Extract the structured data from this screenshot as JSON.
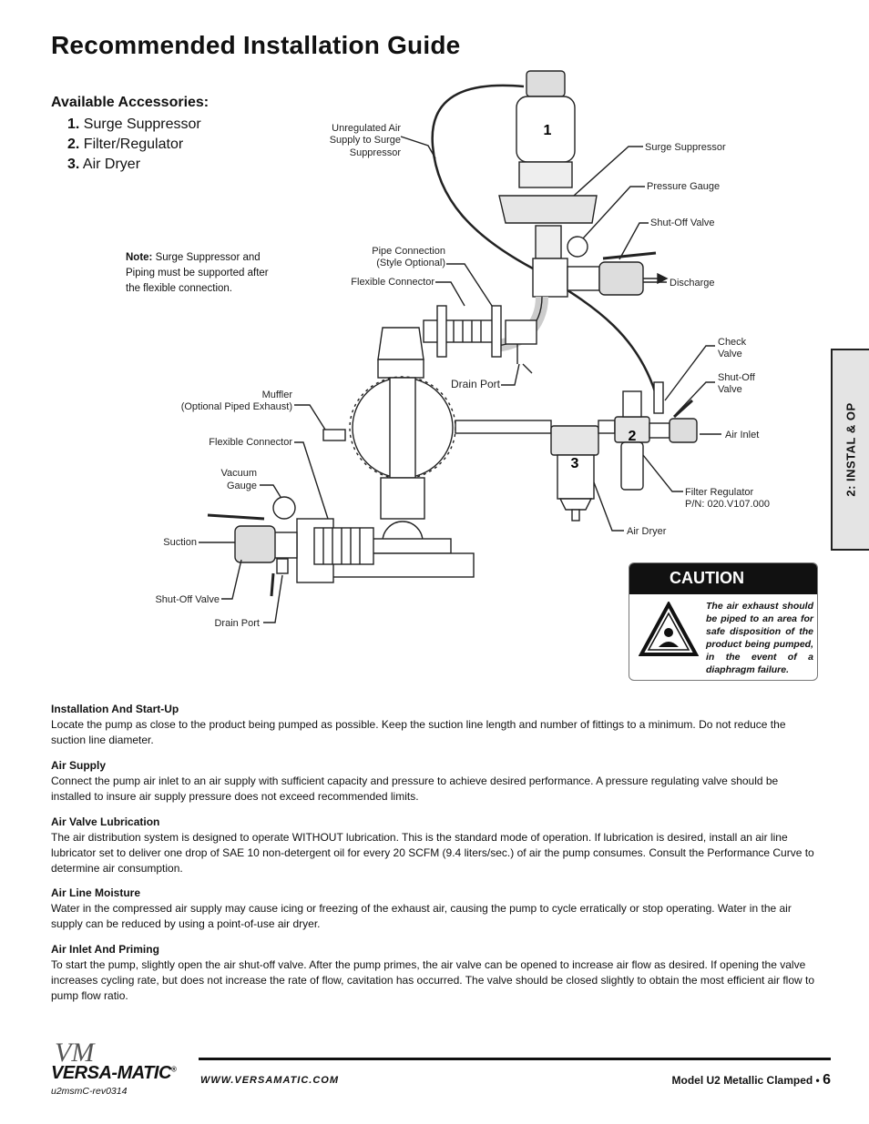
{
  "title": "Recommended Installation Guide",
  "accessories": {
    "heading": "Available Accessories:",
    "items": [
      {
        "num": "1.",
        "label": "Surge Suppressor"
      },
      {
        "num": "2.",
        "label": "Filter/Regulator"
      },
      {
        "num": "3.",
        "label": "Air Dryer"
      }
    ]
  },
  "note": {
    "lead": "Note:",
    "text": "Surge Suppressor and Piping must be supported after the flexible connection."
  },
  "diagram": {
    "labels": {
      "unregulated_air_1": "Unregulated Air",
      "unregulated_air_2": "Supply to Surge",
      "unregulated_air_3": "Suppressor",
      "surge_suppressor": "Surge Suppressor",
      "pressure_gauge": "Pressure Gauge",
      "shutoff_valve_top": "Shut-Off Valve",
      "pipe_connection_1": "Pipe Connection",
      "pipe_connection_2": "(Style Optional)",
      "flexible_connector_top": "Flexible Connector",
      "discharge": "Discharge",
      "check_valve_1": "Check",
      "check_valve_2": "Valve",
      "shutoff_valve_right_1": "Shut-Off",
      "shutoff_valve_right_2": "Valve",
      "drain_port_top": "Drain Port",
      "muffler_1": "Muffler",
      "muffler_2": "(Optional Piped Exhaust)",
      "air_inlet": "Air Inlet",
      "flexible_connector_bottom": "Flexible Connector",
      "vacuum_gauge_1": "Vacuum",
      "vacuum_gauge_2": "Gauge",
      "filter_regulator_1": "Filter Regulator",
      "filter_regulator_2": "P/N: 020.V107.000",
      "air_dryer": "Air Dryer",
      "suction": "Suction",
      "shutoff_valve_bottom": "Shut-Off Valve",
      "drain_port_bottom": "Drain Port",
      "num1": "1",
      "num2": "2",
      "num3": "3"
    }
  },
  "side_tab": "2: INSTAL & OP",
  "caution": {
    "heading": "CAUTION",
    "text": "The air exhaust should be piped to an area for safe disposition of the product being pumped, in the event of a diaphragm failure."
  },
  "sections": [
    {
      "heading": "Installation And Start-Up",
      "body": "Locate the pump as close to the product being pumped as possible. Keep the suction line length and number of fittings to a minimum. Do not reduce the suction line diameter."
    },
    {
      "heading": "Air Supply",
      "body": "Connect the pump air inlet to an air supply with sufficient capacity and pressure to achieve desired performance. A pressure regulating valve should be installed to insure air supply pressure does not exceed recommended limits."
    },
    {
      "heading": "Air Valve Lubrication",
      "body": "The air distribution system is designed to operate WITHOUT lubrication. This is the standard mode of operation. If lubrication is desired, install an air line lubricator set to deliver one drop of SAE 10 non-detergent oil for every 20 SCFM (9.4 liters/sec.) of air the pump consumes. Consult the Performance Curve to determine air consumption."
    },
    {
      "heading": "Air Line Moisture",
      "body": "Water in the compressed air supply may cause icing or freezing of the exhaust air, causing the pump to cycle erratically or stop operating. Water in the air supply can be reduced by using a point-of-use air dryer."
    },
    {
      "heading": "Air Inlet And Priming",
      "body": "To start the pump, slightly open the air shut-off valve. After the pump primes, the air valve can be opened to increase air flow as desired. If opening the valve increases cycling rate, but does not increase the rate of flow, cavitation has occurred. The valve should be closed slightly to obtain the most efficient air flow to pump flow ratio."
    }
  ],
  "footer": {
    "logo_vm": "VM",
    "logo": "VERSA-MATIC",
    "reg": "®",
    "revision": "u2msmC-rev0314",
    "url": "WWW.VERSAMATIC.COM",
    "model": "Model U2 Metallic Clamped •",
    "page": "6"
  }
}
